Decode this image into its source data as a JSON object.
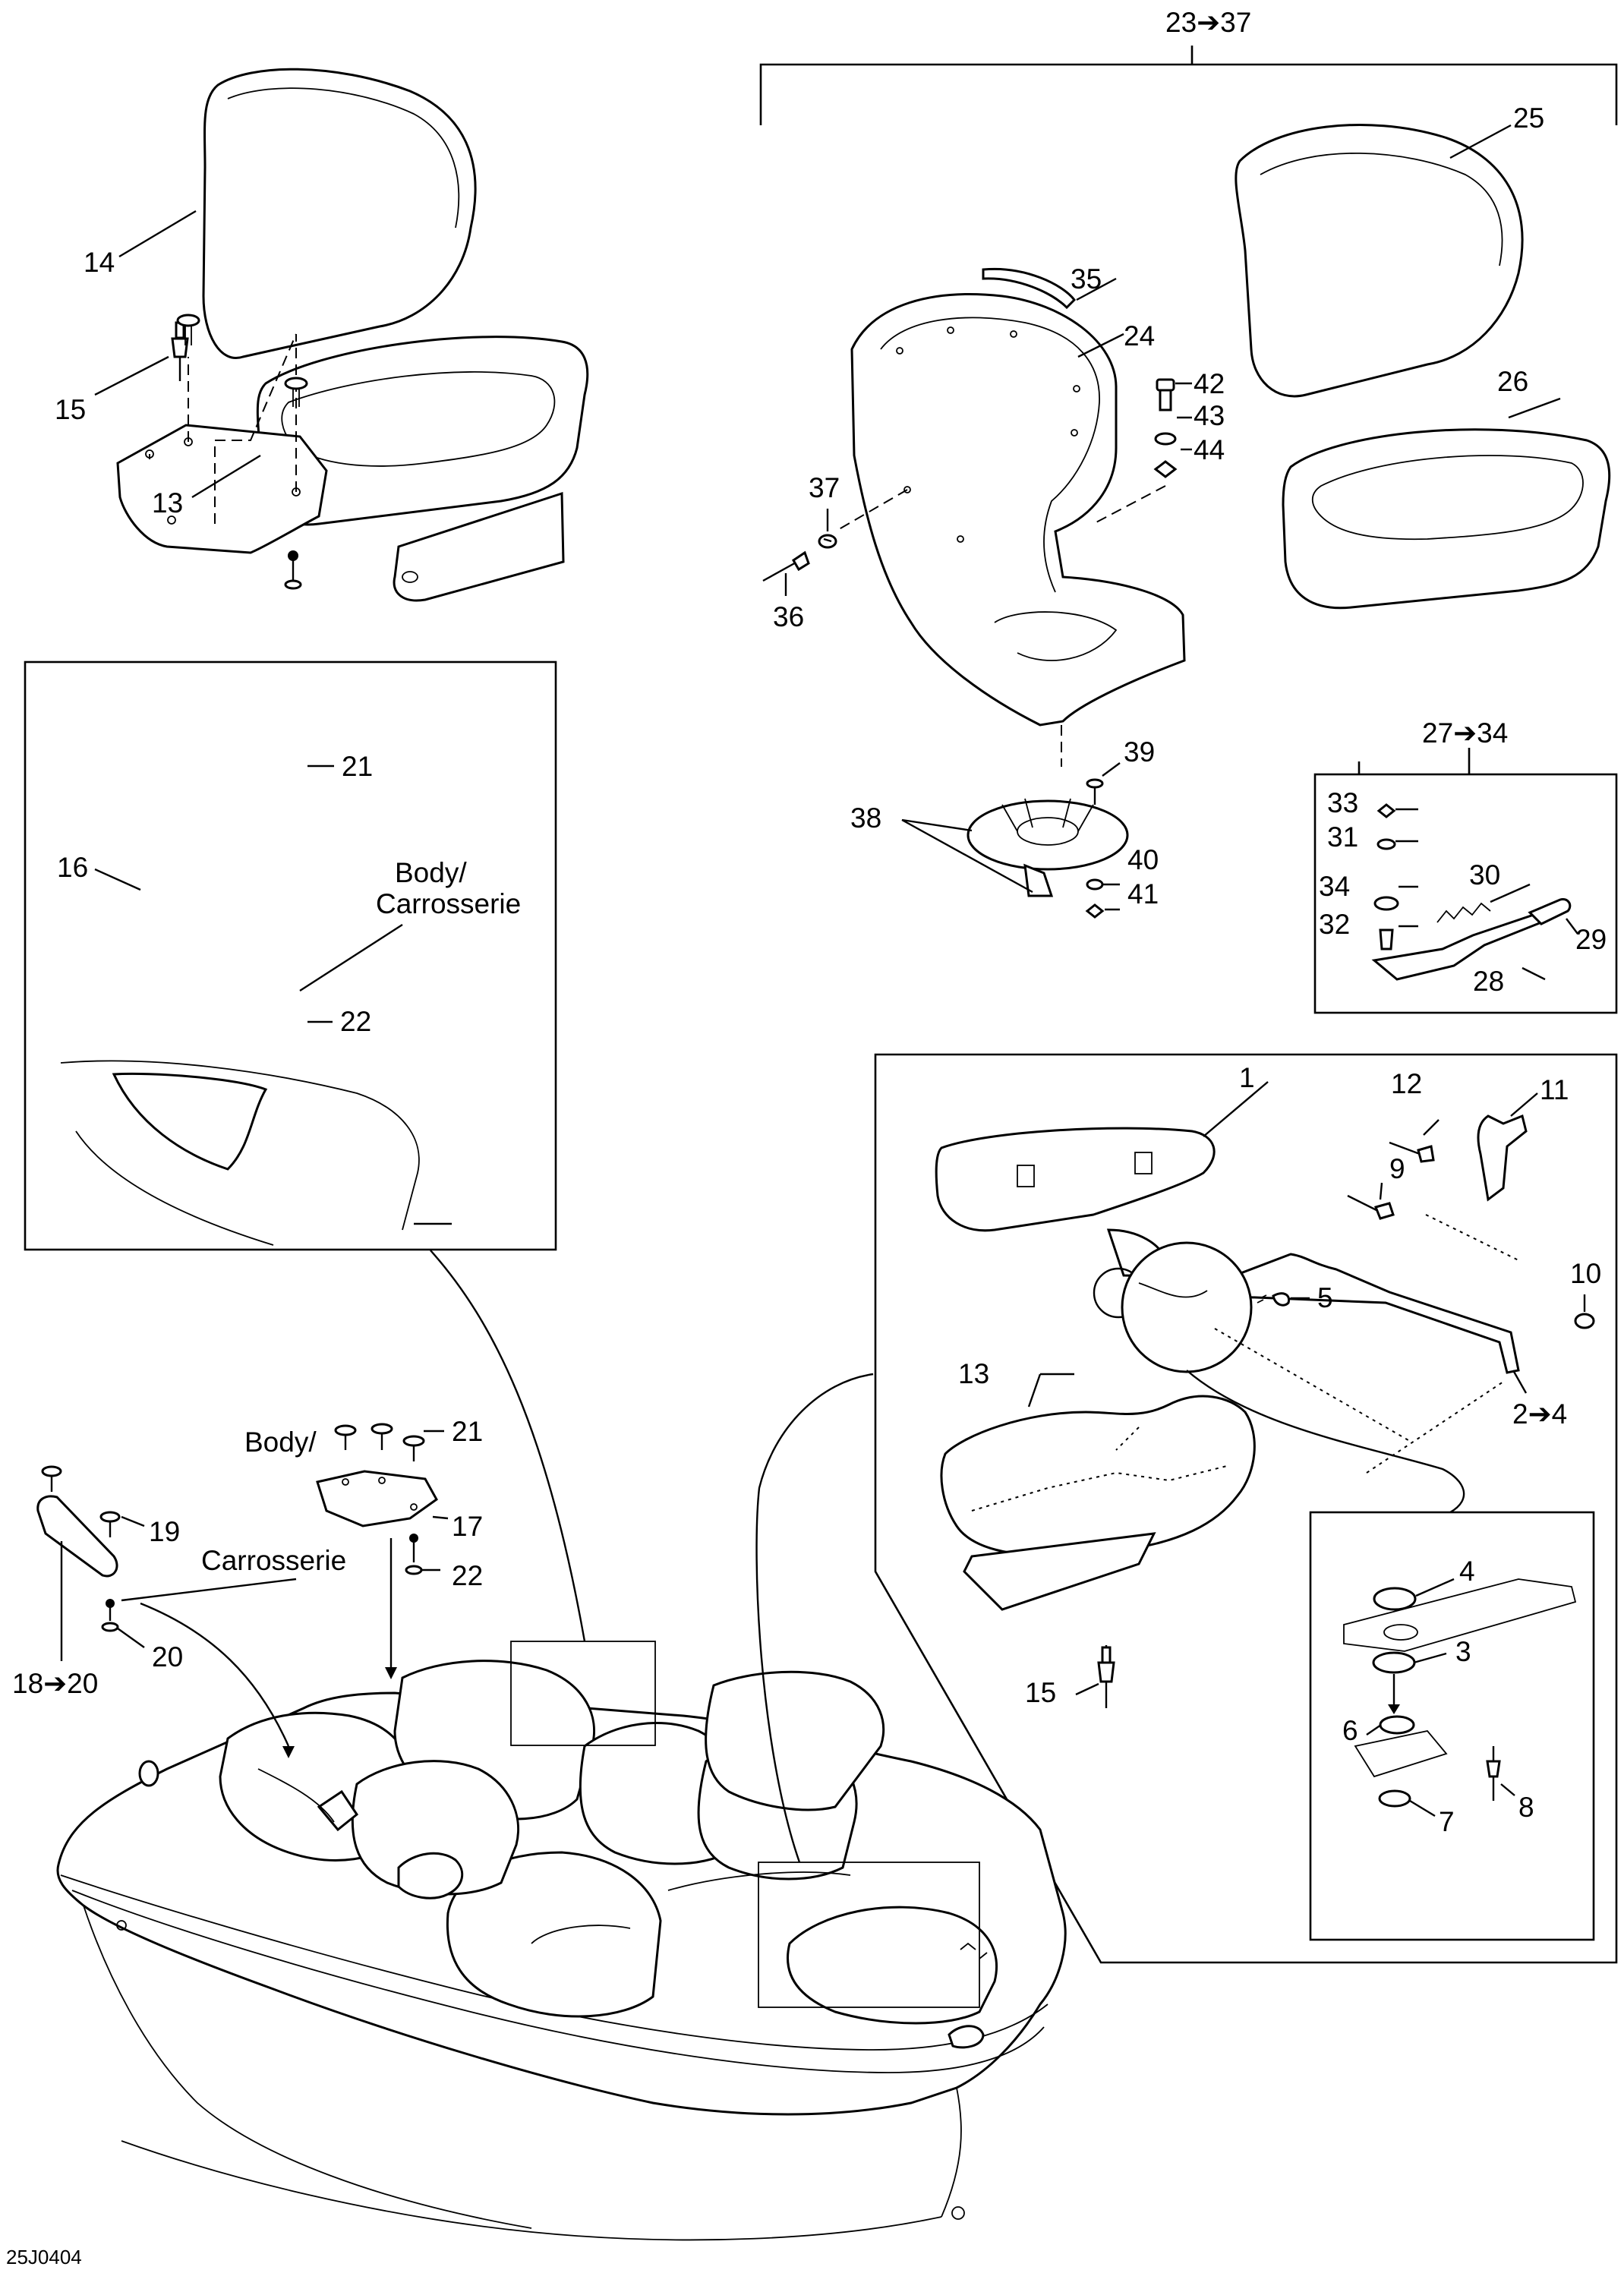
{
  "drawing_code": "25J0404",
  "callouts": {
    "c1": "1",
    "c2_4": "2➔4",
    "c3": "3",
    "c4": "4",
    "c5": "5",
    "c6": "6",
    "c7": "7",
    "c8": "8",
    "c9": "9",
    "c10": "10",
    "c11": "11",
    "c12": "12",
    "c13_top": "13",
    "c13_right": "13",
    "c14": "14",
    "c15_top": "15",
    "c15_right": "15",
    "c16": "16",
    "c17": "17",
    "c18_20": "18➔20",
    "c19": "19",
    "c20": "20",
    "c21_box": "21",
    "c21_boat": "21",
    "c22_box": "22",
    "c22_boat": "22",
    "c23_37": "23➔37",
    "c24": "24",
    "c25": "25",
    "c26": "26",
    "c27_34": "27➔34",
    "c28": "28",
    "c29": "29",
    "c30": "30",
    "c31": "31",
    "c32": "32",
    "c33": "33",
    "c34": "34",
    "c35": "35",
    "c36": "36",
    "c37": "37",
    "c38": "38",
    "c39": "39",
    "c40": "40",
    "c41": "41",
    "c42": "42",
    "c43": "43",
    "c44": "44"
  },
  "body_label": {
    "line1": "Body/",
    "line2": "Carrosserie"
  }
}
